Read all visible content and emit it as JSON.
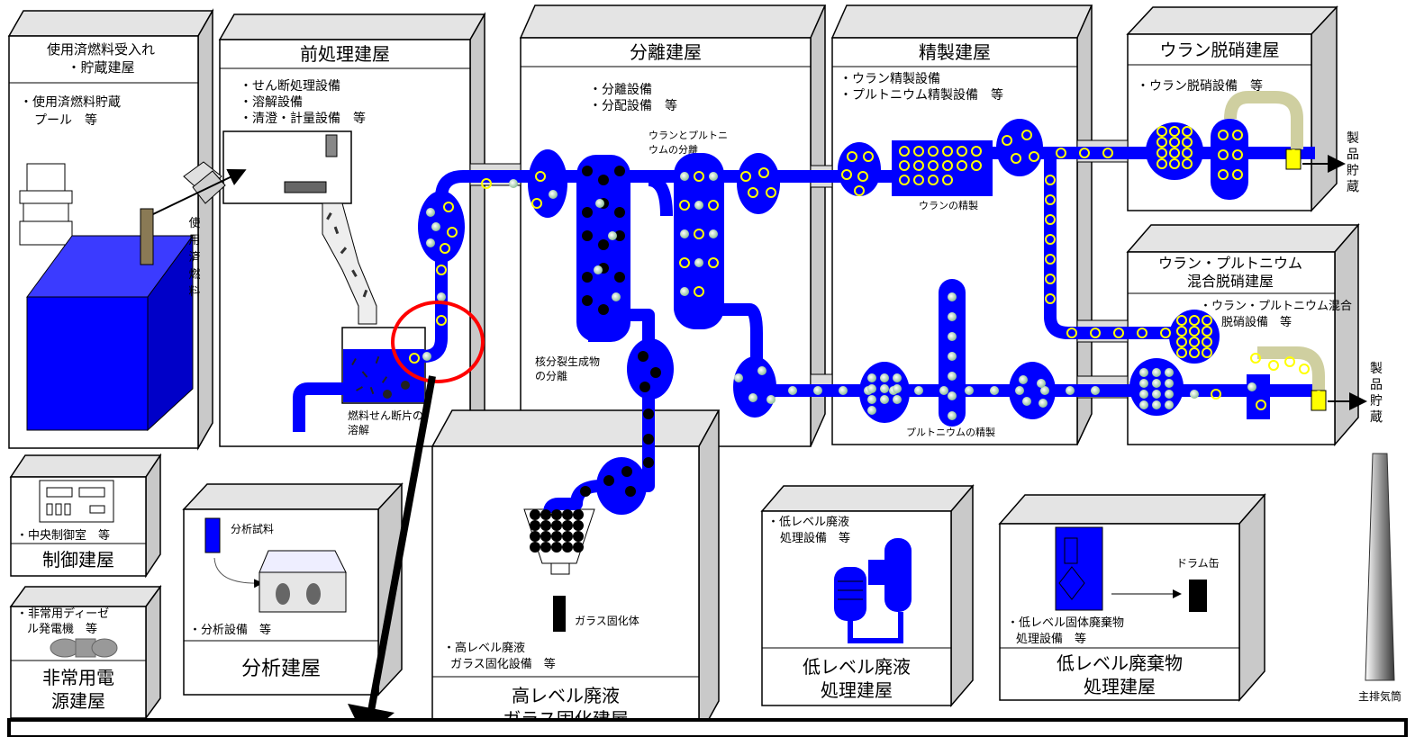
{
  "colors": {
    "process_blue": "#0000ff",
    "building_face": "#ffffff",
    "building_side": "#c9c9c9",
    "building_top": "#e4e4e4",
    "annotation_red": "#ff0000",
    "uranium_ring": "#ffff00",
    "plutonium_ball": "#bfe8c8",
    "fission_black": "#000000"
  },
  "buildings": {
    "receiving": {
      "title_1": "使用済燃料受入れ",
      "title_2": "・貯蔵建屋",
      "eq_1": "・使用済燃料貯蔵",
      "eq_2": "プール　等"
    },
    "head_end": {
      "title": "前処理建屋",
      "eq_1": "・せん断処理設備",
      "eq_2": "・溶解設備",
      "eq_3": "・清澄・計量設備　等",
      "label_1": "燃料せん断片の",
      "label_2": "溶解"
    },
    "separation": {
      "title": "分離建屋",
      "eq_1": "・分離設備",
      "eq_2": "・分配設備　等",
      "label_partition_1": "ウランとプルトニ",
      "label_partition_2": "ウムの分離",
      "label_fp_1": "核分裂生成物",
      "label_fp_2": "の分離"
    },
    "purification": {
      "title": "精製建屋",
      "eq_1": "・ウラン精製設備",
      "eq_2": "・プルトニウム精製設備　等",
      "label_u": "ウランの精製",
      "label_pu": "プルトニウムの精製"
    },
    "u_denitration": {
      "title": "ウラン脱硝建屋",
      "eq_1": "・ウラン脱硝設備　等",
      "product": "製品貯蔵"
    },
    "mox_denitration": {
      "title_1": "ウラン・プルトニウム",
      "title_2": "混合脱硝建屋",
      "eq_1": "・ウラン・プルトニウム混合",
      "eq_2": "脱硝設備　等",
      "product": "製品貯蔵"
    },
    "control": {
      "eq": "・中央制御室　等",
      "title": "制御建屋"
    },
    "emergency_power": {
      "eq_1": "・非常用ディーゼ",
      "eq_2": "ル発電機　等",
      "title_1": "非常用電",
      "title_2": "源建屋"
    },
    "analysis": {
      "sample": "分析試料",
      "eq": "・分析設備　等",
      "title": "分析建屋"
    },
    "hlw_vitrification": {
      "eq_1": "・高レベル廃液",
      "eq_2": "ガラス固化設備　等",
      "title_1": "高レベル廃液",
      "title_2": "ガラス固化建屋",
      "product": "ガラス固化体"
    },
    "llw_liquid": {
      "eq_1": "・低レベル廃液",
      "eq_2": "処理設備　等",
      "title_1": "低レベル廃液",
      "title_2": "処理建屋"
    },
    "llw_solid": {
      "eq_1": "・低レベル固体廃棄物",
      "eq_2": "処理設備　等",
      "title_1": "低レベル廃棄物",
      "title_2": "処理建屋",
      "drum": "ドラム缶"
    },
    "stack": {
      "label": "主排気筒"
    }
  },
  "spent_fuel_label": "使用済燃料",
  "bottom_panel": {
    "text": ""
  }
}
